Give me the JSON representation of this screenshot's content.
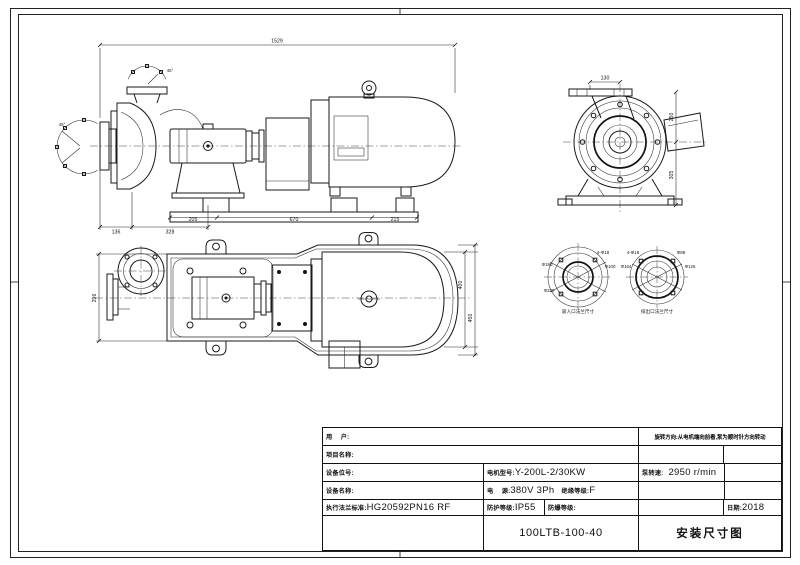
{
  "title_block": {
    "user_label": "用　 户:",
    "rotation_note": "旋转方向:从电机端向前看,泵为顺时针方向转动",
    "project_label": "项目名称:",
    "tag_label": "设备位号:",
    "motor_model_label": "电机型号:",
    "motor_model": "Y-200L-2/30KW",
    "speed_label": "泵转速:",
    "speed": "2950 r/min",
    "device_name_label": "设备名称:",
    "power_label": "电　 源:",
    "power": "380V 3Ph",
    "insulation_label": "绝缘等级:",
    "insulation": "F",
    "flange_std_label": "执行法兰标准:",
    "flange_std": "HG20592PN16 RF",
    "protection_label": "防护等级:",
    "protection": "IP55",
    "explosion_label": "防爆等级:",
    "date_label": "日期:",
    "date": "2018",
    "model": "100LTB-100-40",
    "drawing_title": "安装尺寸图"
  },
  "side_view": {
    "overall_length": "1529",
    "base_dim_1": "205",
    "base_dim_2": "670",
    "base_dim_3": "215",
    "front_dim_1": "136",
    "front_dim_2": "328",
    "angle_top": "45°",
    "angle_left": "45°"
  },
  "end_view": {
    "top_dim": "130",
    "right_dim_upper": "250",
    "right_dim_lower": "305"
  },
  "plan_view": {
    "left_dim": "296",
    "right_dim_inner": "400",
    "right_dim_outer": "450"
  },
  "flanges": {
    "suction": {
      "holes": "4-Φ18",
      "bolt_circle": "Φ180",
      "outer_dia": "Φ220",
      "bore": "Φ100",
      "caption": "吸入口法兰尺寸"
    },
    "discharge": {
      "holes": "4-Φ18",
      "outer_dia": "Φ164",
      "bolt_circle": "Φ125",
      "bore": "Φ88",
      "caption": "排出口法兰尺寸"
    }
  }
}
